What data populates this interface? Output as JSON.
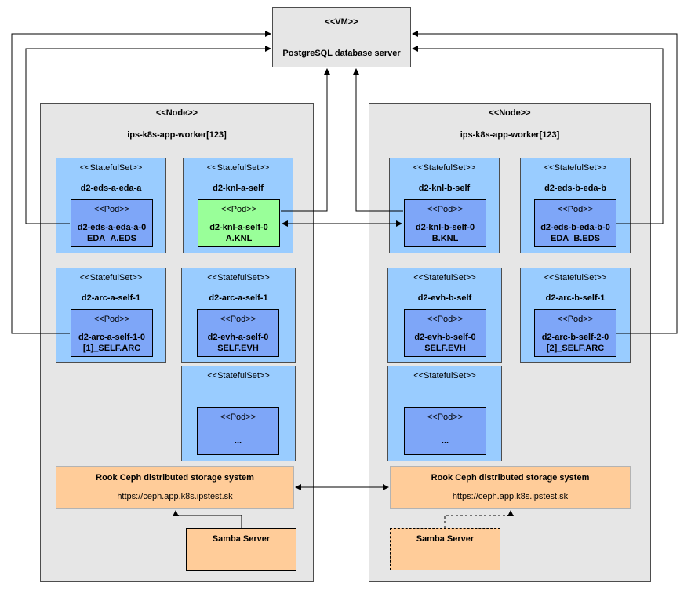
{
  "vm": {
    "stereotype": "<<VM>>",
    "name": "PostgreSQL database server"
  },
  "node_a": {
    "stereotype": "<<Node>>",
    "name": "ips-k8s-app-worker[123]",
    "ss_eds": {
      "stereotype": "<<StatefulSet>>",
      "name": "d2-eds-a-eda-a",
      "pod_stereotype": "<<Pod>>",
      "pod_line1": "d2-eds-a-eda-a-0",
      "pod_line2": "EDA_A.EDS"
    },
    "ss_knl": {
      "stereotype": "<<StatefulSet>>",
      "name": "d2-knl-a-self",
      "pod_stereotype": "<<Pod>>",
      "pod_line1": "d2-knl-a-self-0",
      "pod_line2": "A.KNL"
    },
    "ss_arc": {
      "stereotype": "<<StatefulSet>>",
      "name": "d2-arc-a-self-1",
      "pod_stereotype": "<<Pod>>",
      "pod_line1": "d2-arc-a-self-1-0",
      "pod_line2": "[1]_SELF.ARC"
    },
    "ss_evh": {
      "stereotype": "<<StatefulSet>>",
      "name": "d2-arc-a-self-1",
      "pod_stereotype": "<<Pod>>",
      "pod_line1": "d2-evh-a-self-0",
      "pod_line2": "SELF.EVH"
    },
    "ss_more": {
      "stereotype": "<<StatefulSet>>",
      "pod_stereotype": "<<Pod>>",
      "pod_line1": "..."
    },
    "ceph": {
      "name": "Rook Ceph distributed storage system",
      "url": "https://ceph.app.k8s.ipstest.sk"
    },
    "samba": {
      "name": "Samba Server"
    }
  },
  "node_b": {
    "stereotype": "<<Node>>",
    "name": "ips-k8s-app-worker[123]",
    "ss_knl": {
      "stereotype": "<<StatefulSet>>",
      "name": "d2-knl-b-self",
      "pod_stereotype": "<<Pod>>",
      "pod_line1": "d2-knl-b-self-0",
      "pod_line2": "B.KNL"
    },
    "ss_eds": {
      "stereotype": "<<StatefulSet>>",
      "name": "d2-eds-b-eda-b",
      "pod_stereotype": "<<Pod>>",
      "pod_line1": "d2-eds-b-eda-b-0",
      "pod_line2": "EDA_B.EDS"
    },
    "ss_evh": {
      "stereotype": "<<StatefulSet>>",
      "name": "d2-evh-b-self",
      "pod_stereotype": "<<Pod>>",
      "pod_line1": "d2-evh-b-self-0",
      "pod_line2": "SELF.EVH"
    },
    "ss_arc": {
      "stereotype": "<<StatefulSet>>",
      "name": "d2-arc-b-self-1",
      "pod_stereotype": "<<Pod>>",
      "pod_line1": "d2-arc-b-self-2-0",
      "pod_line2": "[2]_SELF.ARC"
    },
    "ss_more": {
      "stereotype": "<<StatefulSet>>",
      "pod_stereotype": "<<Pod>>",
      "pod_line1": "..."
    },
    "ceph": {
      "name": "Rook Ceph distributed storage system",
      "url": "https://ceph.app.k8s.ipstest.sk"
    },
    "samba": {
      "name": "Samba Server"
    }
  },
  "colors": {
    "vm_fill": "#e6e6e6",
    "node_fill": "#e6e6e6",
    "statefulset_fill": "#99ccff",
    "pod_fill": "#7ea6f8",
    "pod_highlight_fill": "#99ff99",
    "storage_fill": "#ffcc99"
  }
}
